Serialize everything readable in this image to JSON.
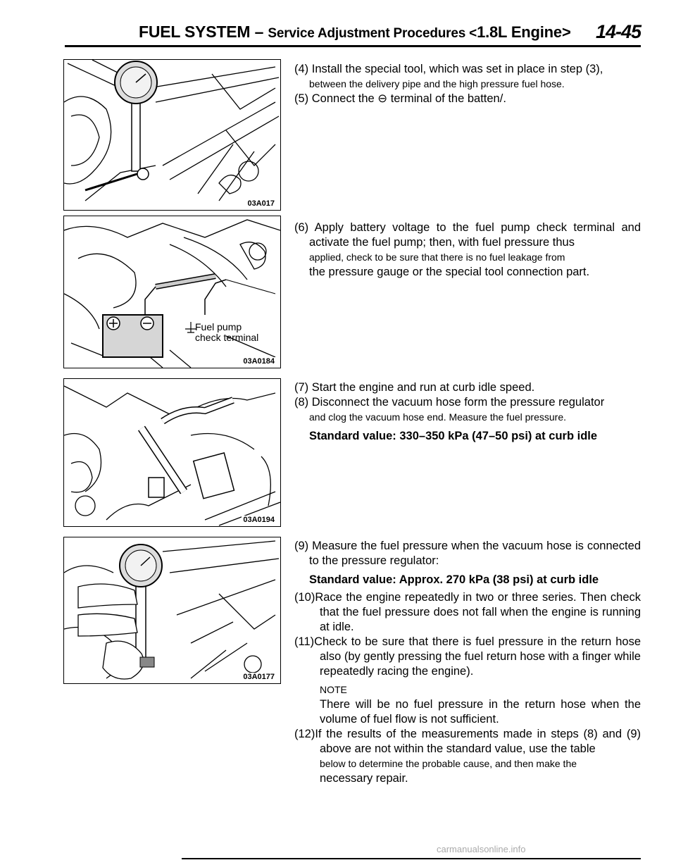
{
  "header": {
    "section": "FUEL SYSTEM –",
    "subsection": "Service Adjustment Procedures <",
    "engine": "1.8L Engine>",
    "page_number": "14-45"
  },
  "figures": [
    {
      "code": "03A017"
    },
    {
      "code": "03A0184",
      "callout": "Fuel pump\ncheck terminal"
    },
    {
      "code": "03A0194"
    },
    {
      "code": "03A0177"
    }
  ],
  "steps": {
    "s4_a": "(4) Install the special tool, which was set in place in step (3),",
    "s4_b": "between the delivery pipe and the high pressure fuel hose.",
    "s5": "(5) Connect the ⊖ terminal of the batten/.",
    "s6_a": "(6) Apply battery voltage to the fuel pump check terminal and activate the fuel pump; then, with fuel pressure thus",
    "s6_b": "applied, check to be sure that there is no fuel leakage from",
    "s6_c": "the pressure gauge or the special tool connection part.",
    "s7": "(7) Start the engine and run at curb idle speed.",
    "s8_a": "(8) Disconnect the vacuum hose form the pressure regulator",
    "s8_b": "and clog the vacuum hose end. Measure the fuel pressure.",
    "s8_std": "Standard value: 330–350 kPa (47–50 psi) at curb idle",
    "s9": "(9) Measure the fuel pressure when the vacuum hose is connected to the pressure regulator:",
    "s9_std": "Standard value: Approx. 270 kPa (38 psi) at curb idle",
    "s10": "(10)Race the engine repeatedly in two or three series. Then check that the fuel pressure does not fall when the engine is running at idle.",
    "s11": "(11)Check to be sure that there is fuel pressure in the return hose also (by gently pressing the fuel return hose with a finger while repeatedly racing the engine).",
    "note_label": "NOTE",
    "note": "There will be no fuel pressure in the return hose when the volume of fuel flow is not sufficient.",
    "s12_a": "(12)If the results of the measurements made in steps (8) and (9) above are not within the standard value, use the table",
    "s12_b": "below to determine the probable cause, and then make the",
    "s12_c": "necessary repair."
  },
  "footer": {
    "watermark": "carmanualsonline.info"
  }
}
